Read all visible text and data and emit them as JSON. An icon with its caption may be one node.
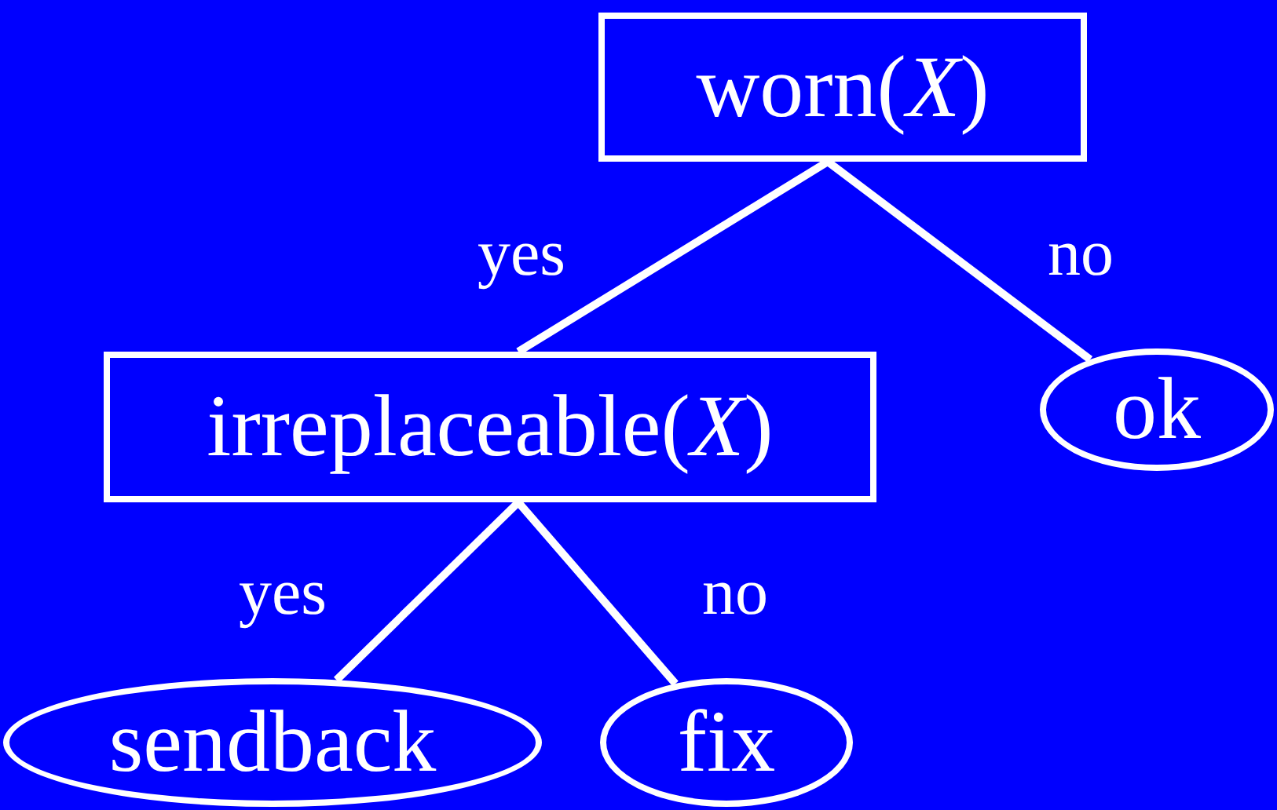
{
  "diagram": {
    "nodes": [
      {
        "text": [
          "worn(*X*)"
        ]
      },
      {
        "text": [
          "irreplaceable(*X*)"
        ]
      },
      {
        "text": [
          "ok"
        ]
      },
      {
        "text": [
          "sendback"
        ]
      },
      {
        "text": [
          "fix"
        ]
      }
    ],
    "edges": [
      {
        "from": 0,
        "to": 1,
        "arrow": "none",
        "label": "yes"
      },
      {
        "from": 0,
        "to": 2,
        "arrow": "none",
        "label": "no"
      },
      {
        "from": 1,
        "to": 3,
        "arrow": "none",
        "label": "yes"
      },
      {
        "from": 1,
        "to": 4,
        "arrow": "none",
        "label": "no"
      }
    ]
  }
}
